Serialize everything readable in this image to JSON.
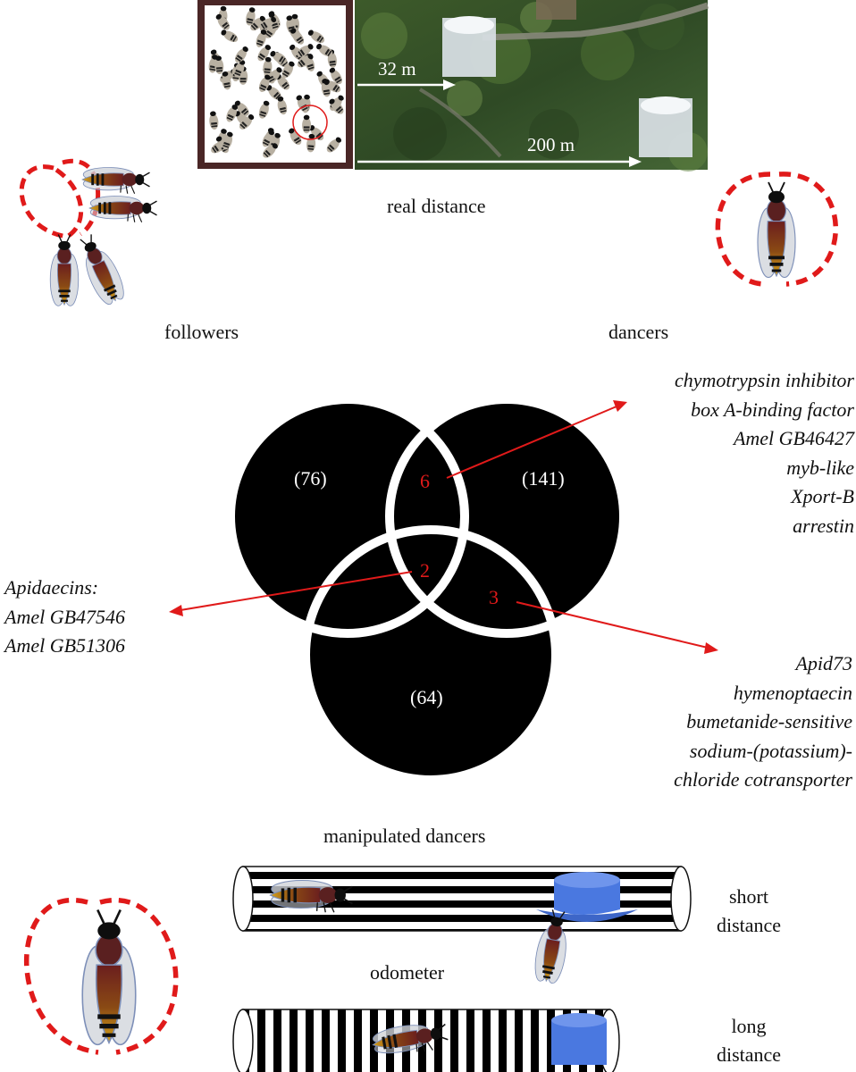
{
  "map": {
    "label_near": "32 m",
    "label_far": "200 m",
    "caption": "real distance"
  },
  "groups": {
    "followers": "followers",
    "dancers": "dancers",
    "manipulated": "manipulated dancers"
  },
  "venn": {
    "followers_only": "(76)",
    "dancers_only": "(141)",
    "manipulated_only": "(64)",
    "followers_dancers": "6",
    "all_three": "2",
    "dancers_manipulated": "3"
  },
  "gene_lists": {
    "followers_dancers": [
      "chymotrypsin inhibitor",
      "box A-binding factor",
      "Amel GB46427",
      "myb-like",
      "Xport-B",
      "arrestin"
    ],
    "all_three": [
      "Apidaecins:",
      "Amel GB47546",
      "Amel GB51306"
    ],
    "dancers_manipulated": [
      "Apid73",
      "hymenoptaecin",
      "bumetanide-sensitive",
      "sodium-(potassium)-",
      "chloride cotransporter"
    ]
  },
  "tunnel": {
    "short_line1": "short",
    "short_line2": "distance",
    "long_line1": "long",
    "long_line2": "distance",
    "odometer": "odometer"
  },
  "colors": {
    "highlight": "#e01a1a",
    "hat": "#4a78e0",
    "frame": "#4a2626"
  },
  "icons": [
    "honeybee-icon",
    "waggle-dance-path-icon",
    "hive-box-icon",
    "feeder-hat-icon"
  ]
}
